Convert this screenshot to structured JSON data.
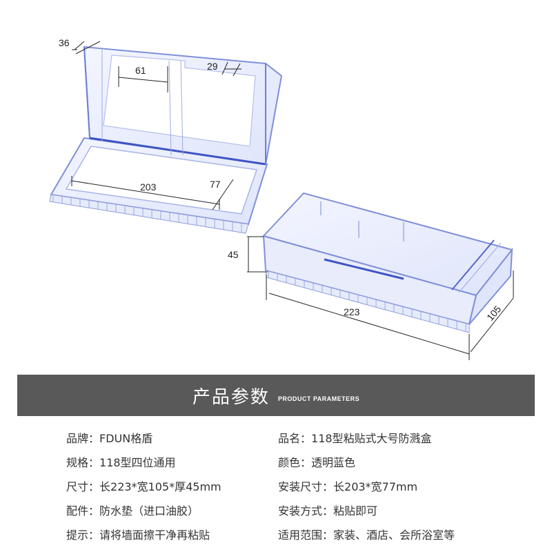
{
  "dimensions": {
    "lid_depth": "36",
    "lid_inner_width": "61",
    "lid_tab": "29",
    "inner_length": "203",
    "inner_width": "77",
    "height": "45",
    "outer_length": "223",
    "outer_width": "105"
  },
  "banner": {
    "title": "产品参数",
    "subtitle": "PRODUCT PARAMETERS"
  },
  "params": [
    {
      "left_label": "品牌：",
      "left_value": "FDUN格盾",
      "right_label": "品名：",
      "right_value": "118型粘贴式大号防溅盒"
    },
    {
      "left_label": "规格：",
      "left_value": "118型四位通用",
      "right_label": "颜色：",
      "right_value": "透明蓝色"
    },
    {
      "left_label": "尺寸：",
      "left_value": "长223*宽105*厚45mm",
      "right_label": "安装尺寸：",
      "right_value": "长203*宽77mm"
    },
    {
      "left_label": "配件：",
      "left_value": "防水垫（进口油胶）",
      "right_label": "安装方式：",
      "right_value": "粘贴即可"
    },
    {
      "left_label": "提示：",
      "left_value": "请将墙面擦干净再粘贴",
      "right_label": "适用范围：",
      "right_value": "家装、酒店、会所浴室等"
    }
  ],
  "colors": {
    "banner_bg": "#595959",
    "plastic_edge": "#5a6fd0",
    "plastic_fill": "#e9edfb"
  }
}
